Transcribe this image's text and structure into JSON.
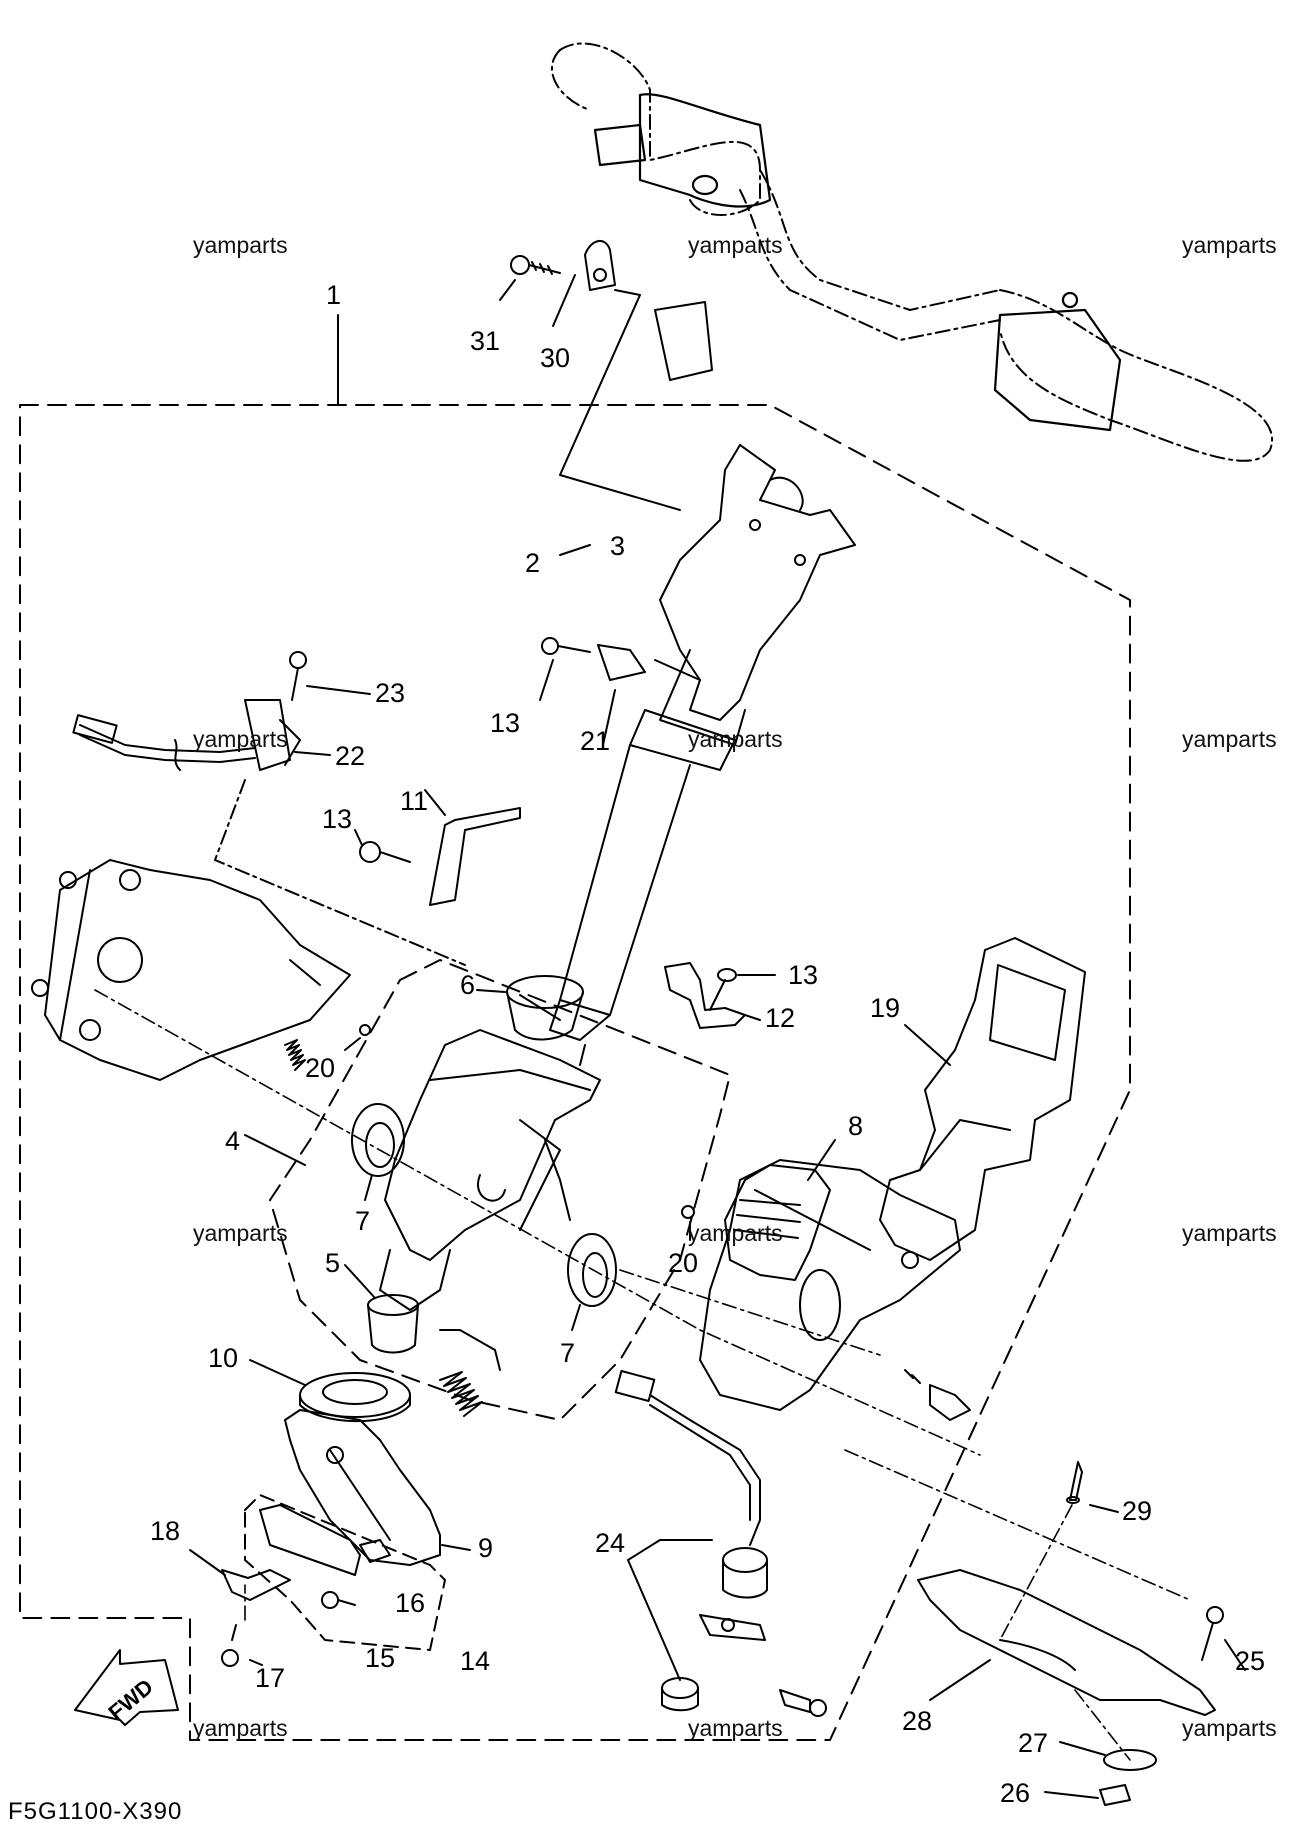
{
  "diagram": {
    "watermark": "yamparts",
    "figure_code": "F5G1100-X390",
    "direction_label": "FWD",
    "part_numbers": [
      "1",
      "2",
      "3",
      "4",
      "5",
      "6",
      "7",
      "8",
      "9",
      "10",
      "11",
      "12",
      "13",
      "14",
      "15",
      "16",
      "17",
      "18",
      "19",
      "20",
      "21",
      "22",
      "23",
      "24",
      "25",
      "26",
      "27",
      "28",
      "29",
      "30",
      "31"
    ]
  },
  "labels": {
    "p1": "1",
    "p2": "2",
    "p3": "3",
    "p4": "4",
    "p5": "5",
    "p6": "6",
    "p7a": "7",
    "p7b": "7",
    "p8": "8",
    "p9": "9",
    "p10": "10",
    "p11": "11",
    "p12": "12",
    "p13a": "13",
    "p13b": "13",
    "p13c": "13",
    "p14": "14",
    "p15": "15",
    "p16": "16",
    "p17": "17",
    "p18": "18",
    "p19": "19",
    "p20a": "20",
    "p20b": "20",
    "p21": "21",
    "p22": "22",
    "p23": "23",
    "p24": "24",
    "p25": "25",
    "p26": "26",
    "p27": "27",
    "p28": "28",
    "p29": "29",
    "p30": "30",
    "p31": "31"
  }
}
